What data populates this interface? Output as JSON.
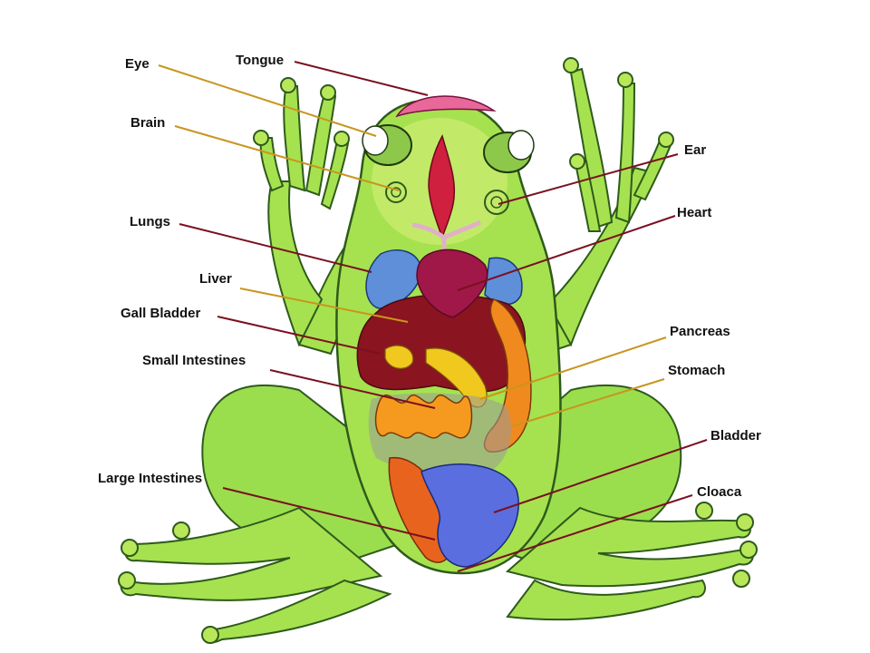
{
  "colors": {
    "skin": "#8fd64a",
    "skin_light": "#d6f05a",
    "skin_outline": "#2f5a1c",
    "leader_gold": "#c8961e",
    "leader_maroon": "#7a1020",
    "liver": "#8a1420",
    "heart": "#a01848",
    "lungs": "#5f8fd8",
    "pancreas": "#f0c81e",
    "intestine": "#f08a1e",
    "bladder": "#5a6ee0",
    "tongue": "#e8689a",
    "brain": "#d02040"
  },
  "labels": {
    "eye": "Eye",
    "tongue": "Tongue",
    "brain": "Brain",
    "ear": "Ear",
    "heart": "Heart",
    "lungs": "Lungs",
    "liver": "Liver",
    "gall_bladder": "Gall Bladder",
    "pancreas": "Pancreas",
    "small_intestines": "Small Intestines",
    "stomach": "Stomach",
    "bladder": "Bladder",
    "large_intestines": "Large Intestines",
    "cloaca": "Cloaca"
  }
}
